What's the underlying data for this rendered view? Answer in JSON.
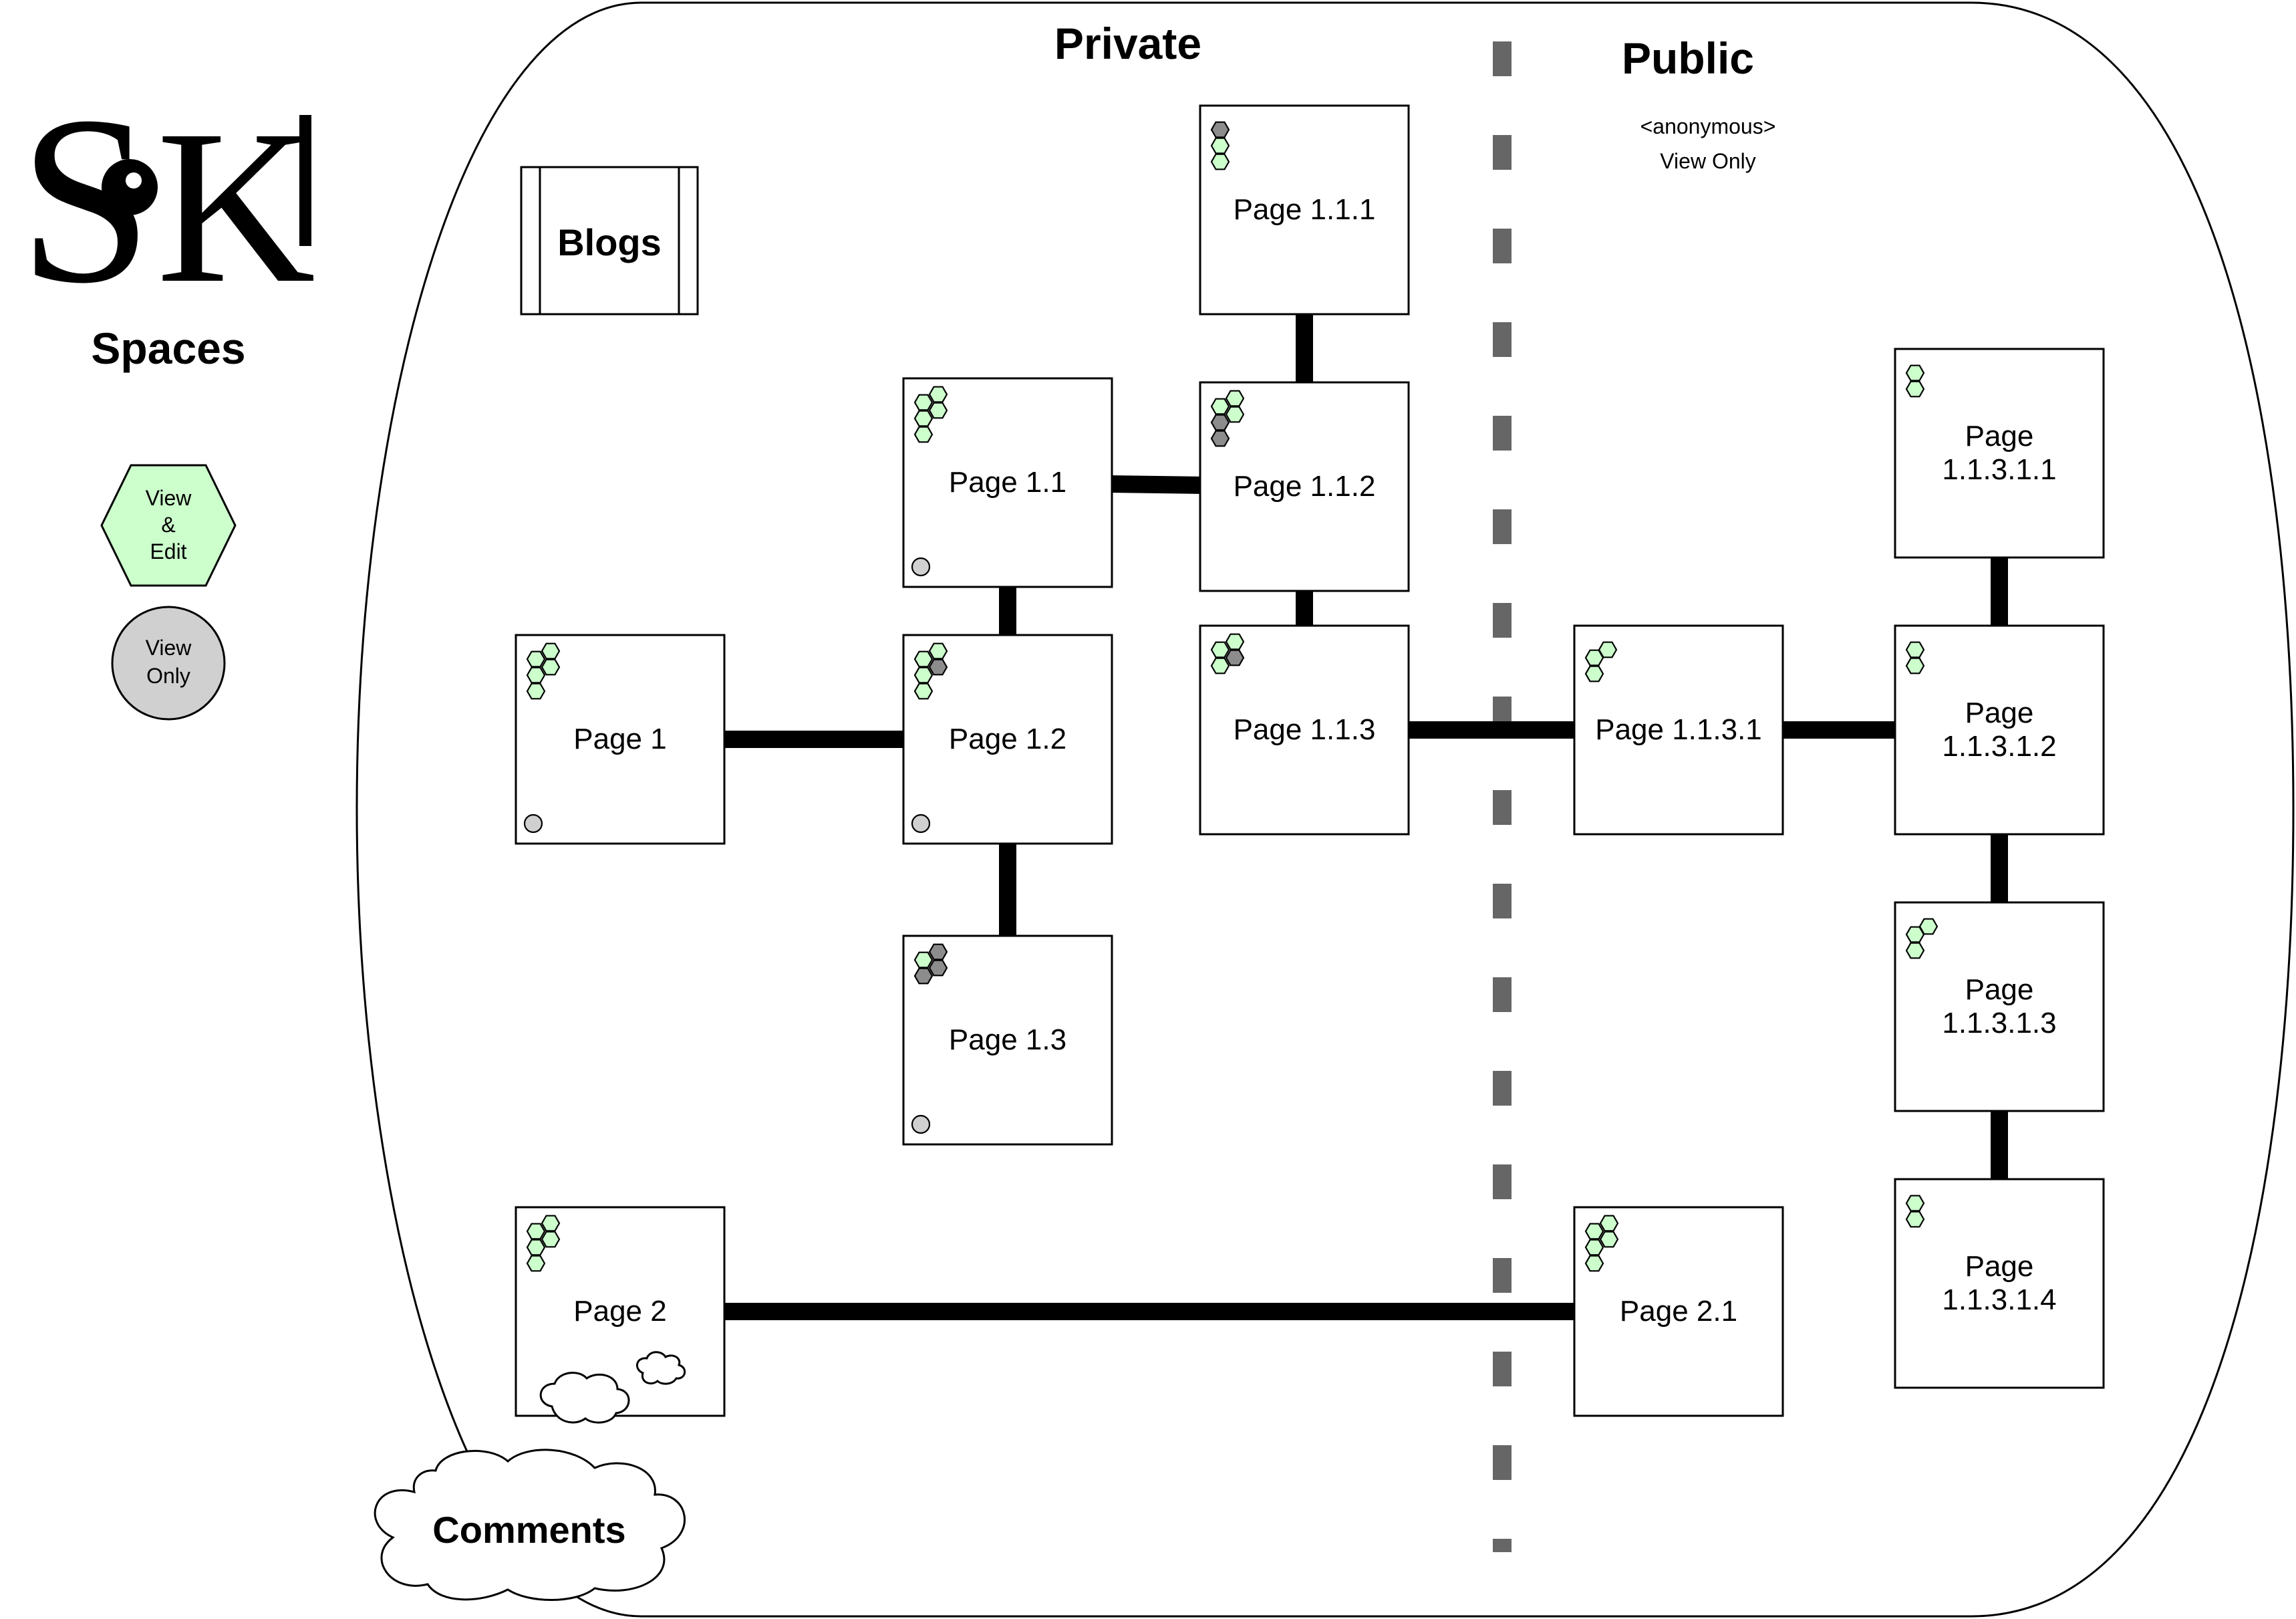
{
  "logo": {
    "text": "SoKi"
  },
  "spaces_label": "Spaces",
  "legend": {
    "view_edit": [
      "View",
      "&",
      "Edit"
    ],
    "view_only": [
      "View",
      "Only"
    ],
    "colors": {
      "view_edit": "#ccffcc",
      "view_only": "#d0d0d0",
      "restricted": "#8c8c8c"
    }
  },
  "zones": {
    "private_title": "Private",
    "public_title": "Public",
    "public_subtitle": [
      "<anonymous>",
      "View Only"
    ]
  },
  "blogs_label": "Blogs",
  "comments_label": "Comments",
  "pages": [
    {
      "id": "p1",
      "label": [
        "Page 1"
      ],
      "hex": [
        "g",
        "g",
        "g",
        "g",
        "g"
      ],
      "view_circle": true,
      "clouds": false
    },
    {
      "id": "p1_1",
      "label": [
        "Page 1.1"
      ],
      "hex": [
        "g",
        "g",
        "g",
        "g",
        "g"
      ],
      "view_circle": true,
      "clouds": false
    },
    {
      "id": "p1_2",
      "label": [
        "Page 1.2"
      ],
      "hex": [
        "g",
        "g",
        "g",
        "k",
        "g"
      ],
      "view_circle": true,
      "clouds": false
    },
    {
      "id": "p1_3",
      "label": [
        "Page 1.3"
      ],
      "hex": [
        "g",
        "k",
        "k",
        "k"
      ],
      "view_circle": true,
      "clouds": false
    },
    {
      "id": "p1_1_1",
      "label": [
        "Page 1.1.1"
      ],
      "hex": [
        "k",
        "g",
        "g"
      ],
      "view_circle": false,
      "clouds": false
    },
    {
      "id": "p1_1_2",
      "label": [
        "Page 1.1.2"
      ],
      "hex": [
        "g",
        "g",
        "k",
        "g",
        "k"
      ],
      "view_circle": false,
      "clouds": false
    },
    {
      "id": "p1_1_3",
      "label": [
        "Page 1.1.3"
      ],
      "hex": [
        "g",
        "g",
        "g",
        "k"
      ],
      "view_circle": false,
      "clouds": false
    },
    {
      "id": "p1_1_3_1",
      "label": [
        "Page 1.1.3.1"
      ],
      "hex": [
        "g",
        "g",
        "g"
      ],
      "view_circle": false,
      "clouds": false
    },
    {
      "id": "p1_1_3_1_1",
      "label": [
        "Page",
        "1.1.3.1.1"
      ],
      "hex": [
        "g",
        "g"
      ],
      "view_circle": false,
      "clouds": false
    },
    {
      "id": "p1_1_3_1_2",
      "label": [
        "Page",
        "1.1.3.1.2"
      ],
      "hex": [
        "g",
        "g"
      ],
      "view_circle": false,
      "clouds": false
    },
    {
      "id": "p1_1_3_1_3",
      "label": [
        "Page",
        "1.1.3.1.3"
      ],
      "hex": [
        "g",
        "g",
        "g"
      ],
      "view_circle": false,
      "clouds": false
    },
    {
      "id": "p1_1_3_1_4",
      "label": [
        "Page",
        "1.1.3.1.4"
      ],
      "hex": [
        "g",
        "g"
      ],
      "view_circle": false,
      "clouds": false
    },
    {
      "id": "p2",
      "label": [
        "Page 2"
      ],
      "hex": [
        "g",
        "g",
        "g",
        "g",
        "g"
      ],
      "view_circle": false,
      "clouds": true
    },
    {
      "id": "p2_1",
      "label": [
        "Page 2.1"
      ],
      "hex": [
        "g",
        "g",
        "g",
        "g",
        "g"
      ],
      "view_circle": false,
      "clouds": false
    }
  ],
  "links": [
    [
      "p1",
      "p1_2"
    ],
    [
      "p1_2",
      "p1_1"
    ],
    [
      "p1_2",
      "p1_3"
    ],
    [
      "p1_1",
      "p1_1_2"
    ],
    [
      "p1_1_2",
      "p1_1_1"
    ],
    [
      "p1_1_2",
      "p1_1_3"
    ],
    [
      "p1_1_3",
      "p1_1_3_1"
    ],
    [
      "p1_1_3_1",
      "p1_1_3_1_2"
    ],
    [
      "p1_1_3_1_2",
      "p1_1_3_1_1"
    ],
    [
      "p1_1_3_1_2",
      "p1_1_3_1_3"
    ],
    [
      "p1_1_3_1_3",
      "p1_1_3_1_4"
    ],
    [
      "p2",
      "p2_1"
    ]
  ]
}
